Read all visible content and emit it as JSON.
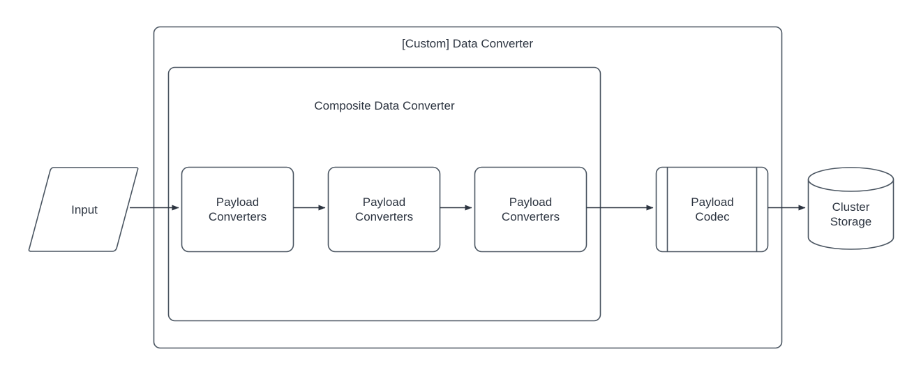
{
  "diagram": {
    "type": "flowchart",
    "background_color": "#ffffff",
    "stroke_color": "#4a5561",
    "text_color": "#2c3440",
    "containers": [
      {
        "id": "custom-data-converter",
        "title": "[Custom] Data Converter",
        "shape": "rounded-rectangle"
      },
      {
        "id": "composite-data-converter",
        "title": "Composite Data Converter",
        "shape": "rounded-rectangle"
      }
    ],
    "nodes": [
      {
        "id": "input",
        "label": "Input",
        "shape": "parallelogram"
      },
      {
        "id": "payload-converters-1",
        "label": "Payload\nConverters",
        "shape": "rounded-rectangle"
      },
      {
        "id": "payload-converters-2",
        "label": "Payload\nConverters",
        "shape": "rounded-rectangle"
      },
      {
        "id": "payload-converters-3",
        "label": "Payload\nConverters",
        "shape": "rounded-rectangle"
      },
      {
        "id": "payload-codec",
        "label": "Payload\nCodec",
        "shape": "process"
      },
      {
        "id": "cluster-storage",
        "label": "Cluster\nStorage",
        "shape": "cylinder"
      }
    ],
    "edges": [
      {
        "from": "input",
        "to": "payload-converters-1",
        "arrow": "single"
      },
      {
        "from": "payload-converters-1",
        "to": "payload-converters-2",
        "arrow": "single"
      },
      {
        "from": "payload-converters-2",
        "to": "payload-converters-3",
        "arrow": "single"
      },
      {
        "from": "payload-converters-3",
        "to": "payload-codec",
        "arrow": "single"
      },
      {
        "from": "payload-codec",
        "to": "cluster-storage",
        "arrow": "single"
      }
    ]
  }
}
